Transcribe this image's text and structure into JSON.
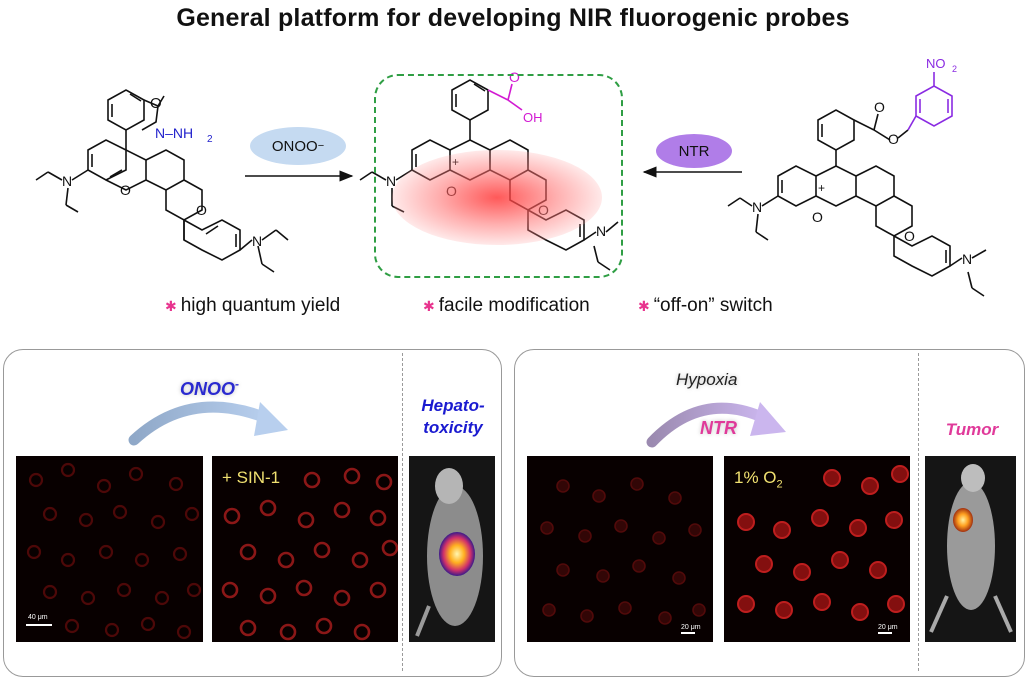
{
  "title": "General platform for developing NIR fluorogenic probes",
  "reaction": {
    "left_reagent": "ONOO",
    "left_reagent_charge": "−",
    "right_reagent": "NTR",
    "left_probe_groups": {
      "carbonyl": "O",
      "hydrazide": "N–NH",
      "nh2_sub": "2"
    },
    "center_groups": {
      "cooh_o": "O",
      "cooh_oh": "OH",
      "charge": "+"
    },
    "right_probe_groups": {
      "nitro": "NO",
      "nitro_sub": "2",
      "ester_o": "O",
      "charge": "+"
    }
  },
  "features": [
    {
      "label": "high quantum yield"
    },
    {
      "label": "facile modification"
    },
    {
      "label": "“off-on” switch"
    }
  ],
  "panel_left": {
    "stimulus": "ONOO",
    "stimulus_charge": "-",
    "image2_label": "+   SIN-1",
    "scale_bar": "40 μm",
    "organ_label_line1": "Hepato-",
    "organ_label_line2": "toxicity"
  },
  "panel_right": {
    "condition": "Hypoxia",
    "enzyme": "NTR",
    "image2_label_main": "1% O",
    "image2_label_sub": "2",
    "scale_bar_1": "20 μm",
    "scale_bar_2": "20 μm",
    "organ_label": "Tumor"
  },
  "colors": {
    "onoo_pill": "#c5daf1",
    "ntr_pill": "#b07de8",
    "highlight_border": "#2f9e44",
    "bullet": "#e8348e",
    "hepatotoxicity": "#1a1ad0",
    "tumor": "#e03a9a",
    "ntr_text": "#e03a9a",
    "blue_group": "#2222cc",
    "magenta_group": "#d21ad2",
    "purple_group": "#8a2be2"
  }
}
